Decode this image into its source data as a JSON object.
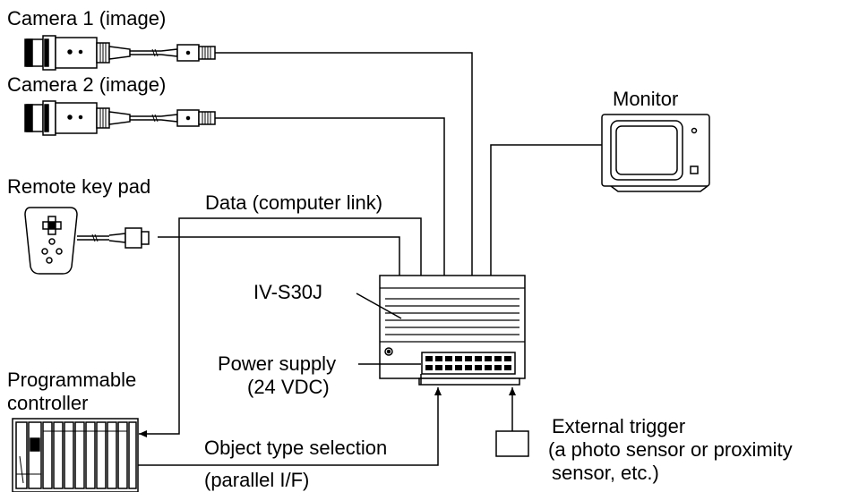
{
  "labels": {
    "camera1": "Camera 1 (image)",
    "camera2": "Camera 2 (image)",
    "monitor": "Monitor",
    "remote_key_pad": "Remote key pad",
    "data_link": "Data (computer link)",
    "controller_model": "IV-S30J",
    "power_supply_line1": "Power supply",
    "power_supply_line2": "(24 VDC)",
    "plc_line1": "Programmable",
    "plc_line2": "controller",
    "object_type": "Object type selection",
    "parallel_if": "(parallel I/F)",
    "ext_trigger_line1": "External trigger",
    "ext_trigger_line2": "(a photo sensor or proximity",
    "ext_trigger_line3": "sensor, etc.)"
  },
  "colors": {
    "line": "#000000",
    "background": "#ffffff"
  }
}
